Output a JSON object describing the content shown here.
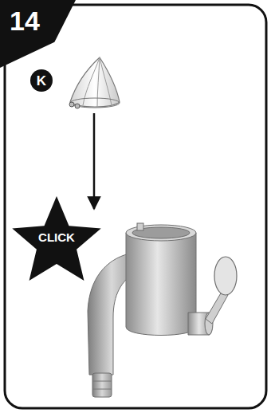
{
  "diagram": {
    "nodes": [
      {
        "text": [
          "14"
        ]
      },
      {
        "text": [
          "K"
        ]
      },
      {
        "text": [
          "CLICK"
        ]
      }
    ]
  }
}
